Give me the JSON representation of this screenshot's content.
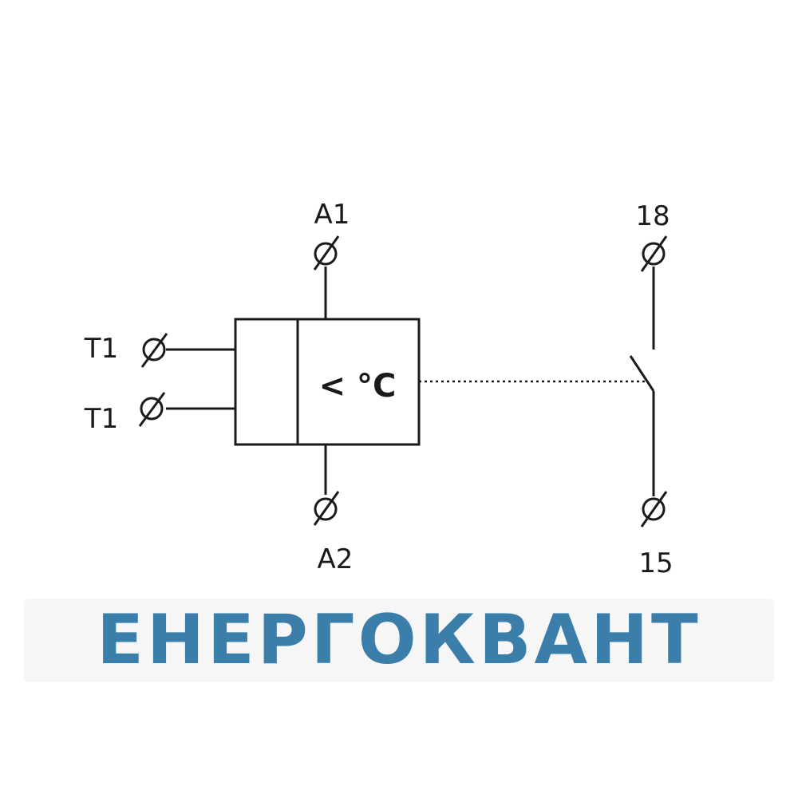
{
  "diagram": {
    "function_symbol": "< °C",
    "terminals": {
      "supply_top": "A1",
      "supply_bottom": "A2",
      "sensor_top": "T1",
      "sensor_bottom": "T1",
      "contact_top": "18",
      "contact_bottom": "15"
    }
  },
  "logo": {
    "text": "ЕНЕРГОКВАНТ",
    "color": "#3b7ea9"
  }
}
